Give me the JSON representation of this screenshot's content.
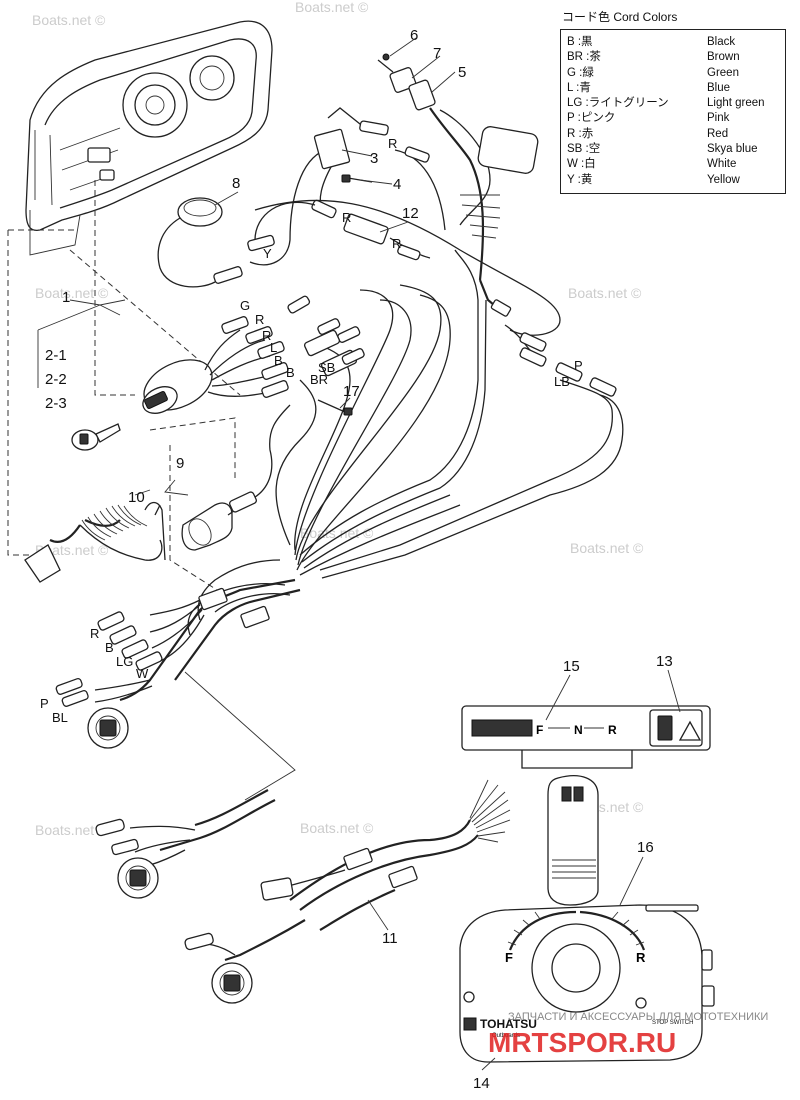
{
  "watermarks": [
    "Boats.net ©",
    "Boats.net ©",
    "Boats.net ©",
    "Boats.net ©",
    "Boats.net ©",
    "Boats.net ©",
    "Boats.net ©",
    "Boats.net ©",
    "Boats.net ©",
    "Boats.net ©"
  ],
  "cord_colors": {
    "title": "コード色 Cord Colors",
    "rows": [
      {
        "code": "B :黒",
        "name": "Black"
      },
      {
        "code": "BR :茶",
        "name": "Brown"
      },
      {
        "code": "G :緑",
        "name": "Green"
      },
      {
        "code": "L :青",
        "name": "Blue"
      },
      {
        "code": "LG :ライトグリーン",
        "name": "Light green"
      },
      {
        "code": "P :ピンク",
        "name": "Pink"
      },
      {
        "code": "R :赤",
        "name": "Red"
      },
      {
        "code": "SB :空",
        "name": "Skya blue"
      },
      {
        "code": "W :白",
        "name": "White"
      },
      {
        "code": "Y :黄",
        "name": "Yellow"
      }
    ]
  },
  "callouts": {
    "p1": "1",
    "p2_1": "2-1",
    "p2_2": "2-2",
    "p2_3": "2-3",
    "p3": "3",
    "p4": "4",
    "p5": "5",
    "p6": "6",
    "p7": "7",
    "p8": "8",
    "p9": "9",
    "p10": "10",
    "p11": "11",
    "p12": "12",
    "p13": "13",
    "p14": "14",
    "p15": "15",
    "p16": "16",
    "p17": "17"
  },
  "wire_labels": {
    "r_top": "R",
    "r_mid": "R",
    "r_mid2": "R",
    "y": "Y",
    "g": "G",
    "r1": "R",
    "r2": "R",
    "l": "L",
    "b1": "B",
    "b2": "B",
    "br": "BR",
    "sb": "SB",
    "p": "P",
    "lb": "LB",
    "h_r": "R",
    "h_b": "B",
    "h_lg": "LG",
    "h_w": "W",
    "h_p": "P",
    "h_bl": "BL"
  },
  "gauge_labels": {
    "f": "F",
    "n": "N",
    "r": "R"
  },
  "control_box": {
    "brand": "TOHATSU",
    "brand_sub": "Outboards",
    "f_mark": "F",
    "r_mark": "R",
    "stop_switch": "STOP SWITCH"
  },
  "footer_watermark": {
    "line1": "ЗАПЧАСТИ И АКСЕССУАРЫ ДЛЯ МОТОТЕХНИКИ",
    "line2": "MRTSPOR.RU"
  }
}
